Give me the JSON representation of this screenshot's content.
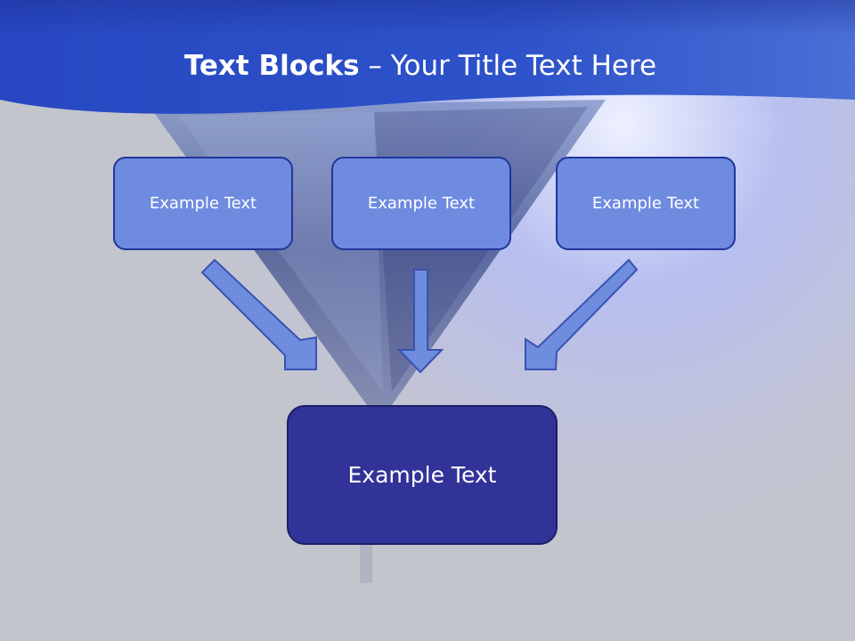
{
  "slide": {
    "title_bold": "Text Blocks",
    "title_separator": " – ",
    "title_rest": "Your Title Text Here"
  },
  "blocks": {
    "top": [
      "Example Text",
      "Example Text",
      "Example Text"
    ],
    "bottom": "Example Text"
  },
  "colors": {
    "header_blue": "#2a4fc6",
    "background_gray": "#c2c4cc",
    "small_box_fill": "#6e8be0",
    "small_box_border": "#23359a",
    "big_box_fill": "#323399",
    "arrow_fill": "#6f8ddf",
    "arrow_stroke": "#3a52b0"
  }
}
